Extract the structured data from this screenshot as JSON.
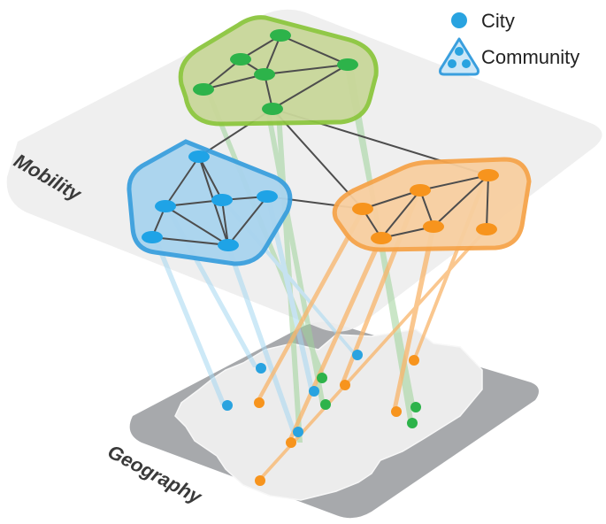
{
  "planes": {
    "mobility_label": "Mobility",
    "geography_label": "Geography"
  },
  "legend": {
    "city_label": "City",
    "community_label": "Community",
    "city_color": "#29a3e0",
    "community_icon_color": "#29a3e0"
  },
  "communities": [
    {
      "id": "green",
      "fill": "#c9d79a",
      "stroke": "#8cc63f",
      "node": "#2db34a"
    },
    {
      "id": "blue",
      "fill": "#a9d4ee",
      "stroke": "#3a9fde",
      "node": "#1fa3e6"
    },
    {
      "id": "orange",
      "fill": "#f8cfa0",
      "stroke": "#f6a44a",
      "node": "#f7941d"
    }
  ],
  "colors": {
    "mobility_plane": "#eeeeee",
    "geography_plane": "#a7a9ac",
    "map_fill": "#ebebeb",
    "edge": "#4d4d4d"
  }
}
